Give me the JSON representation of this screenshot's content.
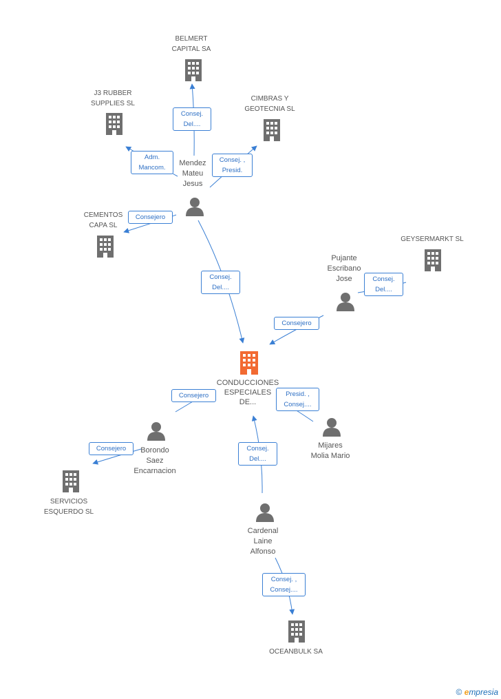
{
  "colors": {
    "edge": "#3a7fd4",
    "node_gray": "#6f6f6f",
    "main_company": "#f26a32"
  },
  "icons": {
    "company": "building-icon",
    "person": "person-icon"
  },
  "main_company": {
    "lines": [
      "CONDUCCIONES",
      "ESPECIALES",
      "DE..."
    ]
  },
  "companies": {
    "belmert": {
      "lines": [
        "BELMERT",
        "CAPITAL SA"
      ]
    },
    "j3rubber": {
      "lines": [
        "J3 RUBBER",
        "SUPPLIES SL"
      ]
    },
    "cimbras": {
      "lines": [
        "CIMBRAS Y",
        "GEOTECNIA SL"
      ]
    },
    "cementos": {
      "lines": [
        "CEMENTOS",
        "CAPA SL"
      ]
    },
    "geysermarkt": {
      "lines": [
        "GEYSERMARKT SL"
      ]
    },
    "servicios": {
      "lines": [
        "SERVICIOS",
        "ESQUERDO SL"
      ]
    },
    "oceanbulk": {
      "lines": [
        "OCEANBULK SA"
      ]
    }
  },
  "people": {
    "mendez": {
      "lines": [
        "Mendez",
        "Mateu",
        "Jesus"
      ]
    },
    "pujante": {
      "lines": [
        "Pujante",
        "Escribano",
        "Jose"
      ]
    },
    "borondo": {
      "lines": [
        "Borondo",
        "Saez",
        "Encarnacion"
      ]
    },
    "mijares": {
      "lines": [
        "Mijares",
        "Molia Mario"
      ]
    },
    "cardenal": {
      "lines": [
        "Cardenal",
        "Laine",
        "Alfonso"
      ]
    }
  },
  "edge_labels": {
    "mendez_belmert": [
      "Consej.",
      "Del...."
    ],
    "mendez_j3": [
      "Adm.",
      "Mancom."
    ],
    "mendez_cimbras": [
      "Consej. ,",
      "Presid."
    ],
    "mendez_cementos": [
      "Consejero"
    ],
    "mendez_main": [
      "Consej.",
      "Del...."
    ],
    "pujante_geyser": [
      "Consej.",
      "Del...."
    ],
    "pujante_main": [
      "Consejero"
    ],
    "borondo_main": [
      "Consejero"
    ],
    "borondo_servicios": [
      "Consejero"
    ],
    "mijares_main": [
      "Presid. ,",
      "Consej...."
    ],
    "cardenal_main": [
      "Consej.",
      "Del...."
    ],
    "cardenal_oceanbulk": [
      "Consej. ,",
      "Consej...."
    ]
  },
  "footer": {
    "copyright": "©",
    "brand_first": "e",
    "brand_rest": "mpresia"
  }
}
